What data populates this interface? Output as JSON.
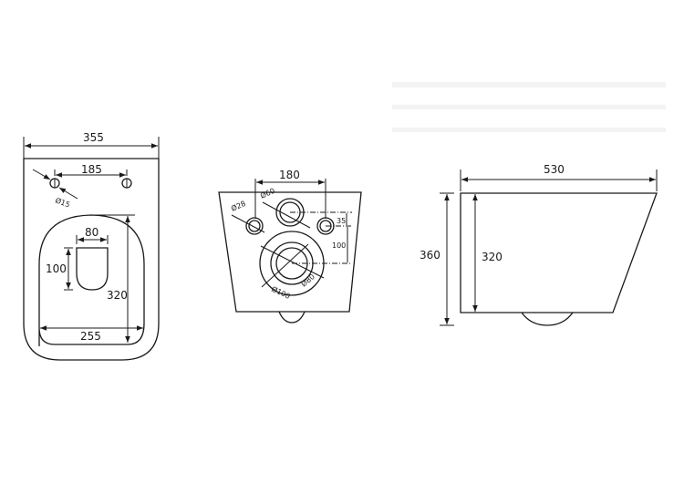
{
  "drawing": {
    "title": "Wall-hung toilet dimensional drawing",
    "views": {
      "top_view": {
        "overall_width": "355",
        "fixing_hole_spacing": "185",
        "fixing_hole_diameter": "Ø15",
        "outlet_width": "80",
        "outlet_length": "100",
        "bowl_length": "320",
        "bowl_width": "255"
      },
      "rear_view": {
        "fixing_spacing": "180",
        "fixing_hole_diameter": "Ø28",
        "inlet_diameter": "Ø60",
        "inlet_offset": "35",
        "inlet_to_outlet": "100",
        "outlet_inner_diameter": "Ø80",
        "outlet_outer_diameter": "Ø100"
      },
      "side_view": {
        "depth": "530",
        "total_height": "360",
        "body_height": "320"
      }
    },
    "colors": {
      "line": "#1a1a1a",
      "background": "#ffffff"
    }
  }
}
